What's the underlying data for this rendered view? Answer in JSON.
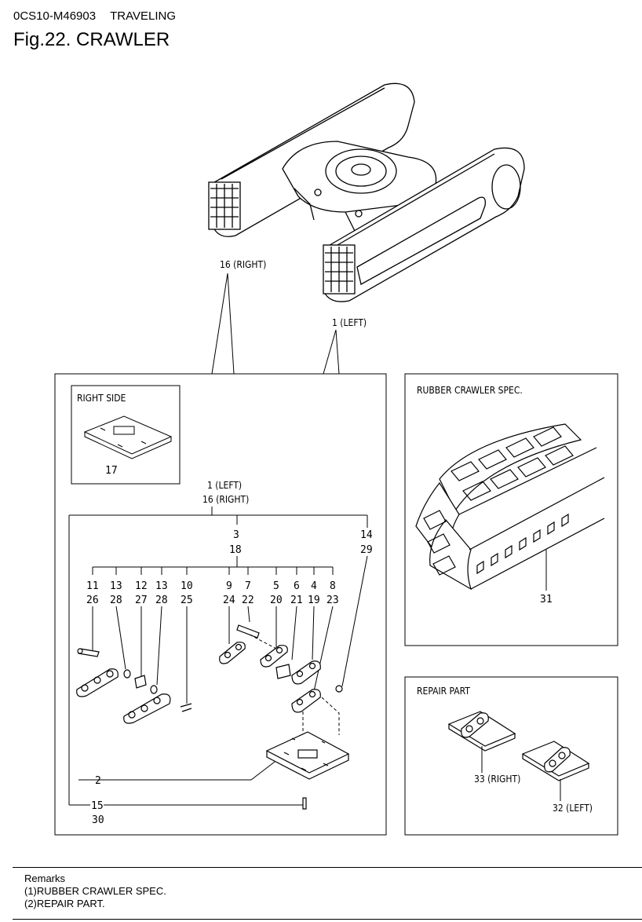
{
  "header": {
    "code": "0CS10-M46903",
    "section": "TRAVELING",
    "title": "Fig.22.  CRAWLER"
  },
  "callouts": {
    "track_right": "16 (RIGHT)",
    "track_left": "1 (LEFT)",
    "inner_left": "1 (LEFT)",
    "inner_right": "16 (RIGHT)",
    "n3": "3",
    "n18": "18",
    "n14": "14",
    "n29": "29",
    "row1": [
      "11",
      "13",
      "12",
      "13",
      "10",
      "9",
      "7",
      "5",
      "6",
      "4",
      "8"
    ],
    "row2": [
      "26",
      "28",
      "27",
      "28",
      "25",
      "24",
      "22",
      "20",
      "21",
      "19",
      "23"
    ],
    "n2": "2",
    "n15": "15",
    "n30": "30",
    "n17": "17",
    "n31": "31",
    "n33": "33 (RIGHT)",
    "n32": "32 (LEFT)"
  },
  "boxes": {
    "right_side": "RIGHT SIDE",
    "rubber": "RUBBER CRAWLER SPEC.",
    "repair": "REPAIR PART"
  },
  "remarks": {
    "title": "Remarks",
    "line1": "(1)RUBBER CRAWLER SPEC.",
    "line2": "(2)REPAIR PART."
  }
}
